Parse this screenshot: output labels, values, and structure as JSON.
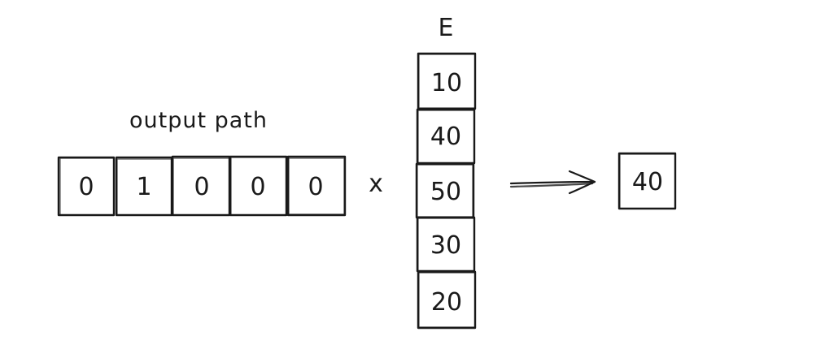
{
  "output_path": {
    "label": "output path",
    "cells": [
      "0",
      "1",
      "0",
      "0",
      "0"
    ]
  },
  "operator": "x",
  "embedding": {
    "label": "E",
    "cells": [
      "10",
      "40",
      "50",
      "30",
      "20"
    ]
  },
  "result": {
    "value": "40"
  },
  "colors": {
    "ink": "#1a1a1a",
    "background": "#ffffff"
  }
}
